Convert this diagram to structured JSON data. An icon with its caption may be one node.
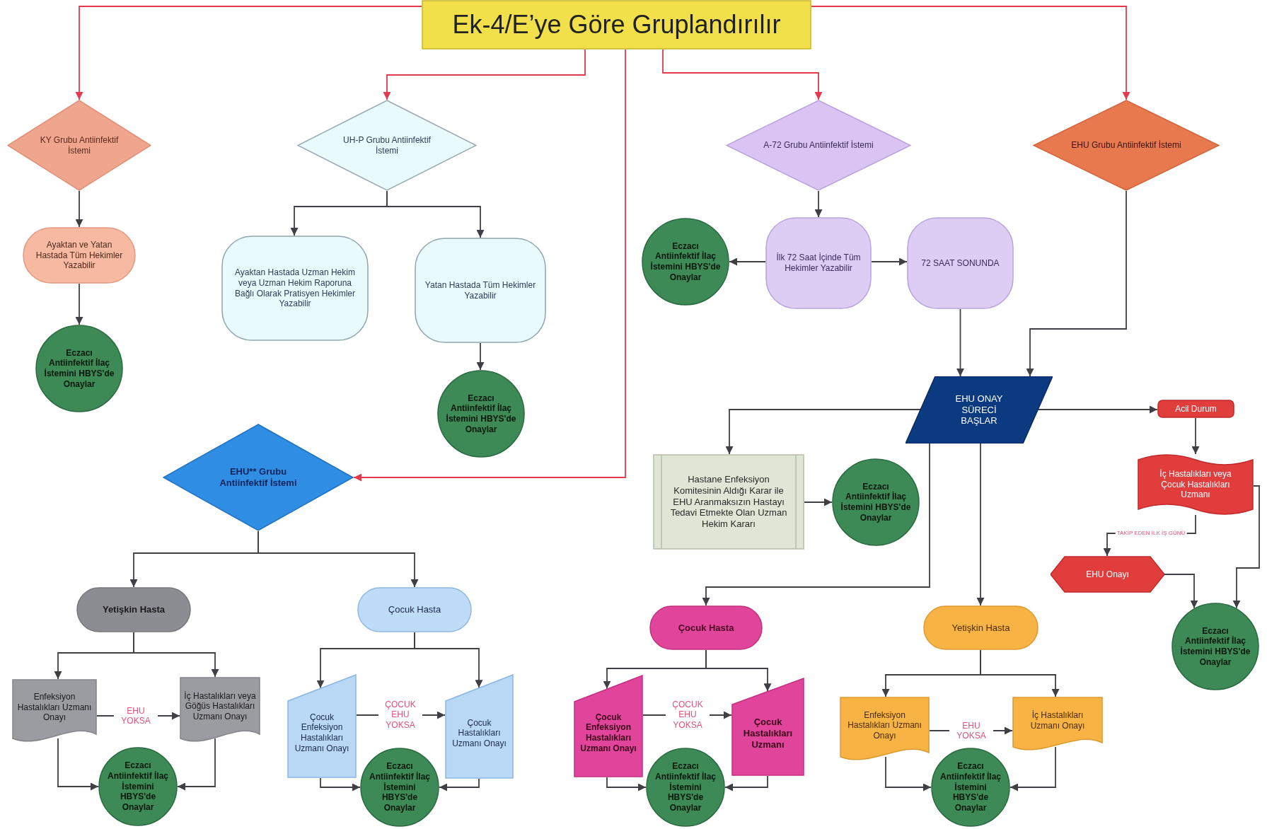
{
  "diagram": {
    "nodes": [
      {
        "text": [
          "Ek-4/E’ye Göre Gruplandırılır"
        ]
      },
      {
        "text": [
          "KY Grubu Antiinfektif İstemi"
        ]
      },
      {
        "text": [
          "Ayaktan ve Yatan Hastada Tüm Hekimler Yazabilir"
        ]
      },
      {
        "text": [
          "Eczacı Antiinfektif İlaç İstemini HBYS'de Onaylar"
        ]
      },
      {
        "text": [
          "UH-P Grubu Antiinfektif İstemi"
        ]
      },
      {
        "text": [
          "Ayaktan Hastada Uzman Hekim veya Uzman Hekim Raporuna Bağlı Olarak Pratisyen Hekimler Yazabilir"
        ]
      },
      {
        "text": [
          "Yatan Hastada Tüm Hekimler Yazabilir"
        ]
      },
      {
        "text": [
          "Eczacı Antiinfektif İlaç İstemini HBYS'de Onaylar"
        ]
      },
      {
        "text": [
          "A-72 Grubu Antiinfektif İstemi"
        ]
      },
      {
        "text": [
          "Eczacı Antiinfektif İlaç İstemini HBYS'de Onaylar"
        ]
      },
      {
        "text": [
          "İlk 72 Saat İçinde Tüm Hekimler Yazabilir"
        ]
      },
      {
        "text": [
          "72 SAAT SONUNDA"
        ]
      },
      {
        "text": [
          "EHU Grubu Antiinfektif İstemi"
        ]
      },
      {
        "text": [
          "EHU ONAY SÜRECİ BAŞLAR"
        ]
      },
      {
        "text": [
          "Acil Durum"
        ]
      },
      {
        "text": [
          "İç Hastalıkları veya Çocuk Hastalıkları Uzmanı"
        ]
      },
      {
        "text": [
          "EHU Onayı"
        ]
      },
      {
        "text": [
          "Eczacı Antiinfektif İlaç İstemini HBYS'de Onaylar"
        ]
      },
      {
        "text": [
          "Hastane Enfeksiyon Komitesinin Aldığı Karar ile EHU Aranmaksızın Hastayı Tedavi Etmekte Olan Uzman Hekim Kararı"
        ]
      },
      {
        "text": [
          "Eczacı Antiinfektif İlaç İstemini HBYS'de Onaylar"
        ]
      },
      {
        "text": [
          "EHU** Grubu Antiinfektif İstemi"
        ]
      },
      {
        "text": [
          "Yetişkin Hasta"
        ]
      },
      {
        "text": [
          "Çocuk Hasta"
        ]
      },
      {
        "text": [
          "Enfeksiyon Hastalıkları Uzmanı Onayı"
        ]
      },
      {
        "text": [
          "İç Hastalıkları veya Göğüs Hastalıkları Uzmanı Onayı"
        ]
      },
      {
        "text": [
          "Eczacı Antiinfektif İlaç İstemini HBYS'de Onaylar"
        ]
      },
      {
        "text": [
          "Çocuk Enfeksiyon Hastalıkları Uzmanı Onayı"
        ]
      },
      {
        "text": [
          "Çocuk Hastalıkları Uzmanı Onayı"
        ]
      },
      {
        "text": [
          "Eczacı Antiinfektif İlaç İstemini HBYS'de Onaylar"
        ]
      },
      {
        "text": [
          "Çocuk Hasta"
        ]
      },
      {
        "text": [
          "Yetişkin Hasta"
        ]
      },
      {
        "text": [
          "Çocuk Enfeksiyon Hastalıkları Uzmanı Onayı"
        ]
      },
      {
        "text": [
          "Çocuk Hastalıkları Uzmanı"
        ]
      },
      {
        "text": [
          "Eczacı Antiinfektif İlaç İstemini HBYS'de Onaylar"
        ]
      },
      {
        "text": [
          "Enfeksiyon Hastalıkları Uzmanı Onayı"
        ]
      },
      {
        "text": [
          "İç Hastalıkları Uzmanı Onayı"
        ]
      },
      {
        "text": [
          "Eczacı Antiinfektif İlaç İstemini HBYS'de Onaylar"
        ]
      }
    ],
    "edges": [
      {
        "from": 0,
        "to": 1,
        "arrow": "to",
        "color": "#e3394f"
      },
      {
        "from": 0,
        "to": 4,
        "arrow": "to",
        "color": "#e3394f"
      },
      {
        "from": 0,
        "to": 20,
        "arrow": "to",
        "color": "#e3394f"
      },
      {
        "from": 0,
        "to": 8,
        "arrow": "to",
        "color": "#e3394f"
      },
      {
        "from": 0,
        "to": 12,
        "arrow": "to",
        "color": "#e3394f"
      },
      {
        "from": 1,
        "to": 2,
        "arrow": "to"
      },
      {
        "from": 2,
        "to": 3,
        "arrow": "to"
      },
      {
        "from": 4,
        "to": 5,
        "arrow": "to"
      },
      {
        "from": 4,
        "to": 6,
        "arrow": "to"
      },
      {
        "from": 6,
        "to": 7,
        "arrow": "to"
      },
      {
        "from": 8,
        "to": 10,
        "arrow": "to"
      },
      {
        "from": 10,
        "to": 9,
        "arrow": "to"
      },
      {
        "from": 10,
        "to": 11,
        "arrow": "to"
      },
      {
        "from": 11,
        "to": 13,
        "arrow": "to"
      },
      {
        "from": 12,
        "to": 13,
        "arrow": "to"
      },
      {
        "from": 13,
        "to": 18,
        "arrow": "to"
      },
      {
        "from": 18,
        "to": 19,
        "arrow": "to"
      },
      {
        "from": 13,
        "to": 14,
        "arrow": "to"
      },
      {
        "from": 14,
        "to": 15,
        "arrow": "to"
      },
      {
        "from": 15,
        "to": 16,
        "arrow": "to",
        "label": "TAKİP EDEN İLK İŞ GÜNÜ"
      },
      {
        "from": 16,
        "to": 17,
        "arrow": "to"
      },
      {
        "from": 15,
        "to": 17,
        "arrow": "to"
      },
      {
        "from": 13,
        "to": 29,
        "arrow": "to"
      },
      {
        "from": 13,
        "to": 30,
        "arrow": "to"
      },
      {
        "from": 20,
        "to": 21,
        "arrow": "to"
      },
      {
        "from": 20,
        "to": 22,
        "arrow": "to"
      },
      {
        "from": 21,
        "to": 23,
        "arrow": "to"
      },
      {
        "from": 21,
        "to": 24,
        "arrow": "to"
      },
      {
        "from": 23,
        "to": 24,
        "arrow": "to",
        "label": "EHU YOKSA"
      },
      {
        "from": 23,
        "to": 25,
        "arrow": "to"
      },
      {
        "from": 24,
        "to": 25,
        "arrow": "to"
      },
      {
        "from": 22,
        "to": 26,
        "arrow": "to"
      },
      {
        "from": 22,
        "to": 27,
        "arrow": "to"
      },
      {
        "from": 26,
        "to": 27,
        "arrow": "to",
        "label": "ÇOCUK EHU YOKSA"
      },
      {
        "from": 26,
        "to": 28,
        "arrow": "to"
      },
      {
        "from": 27,
        "to": 28,
        "arrow": "to"
      },
      {
        "from": 29,
        "to": 31,
        "arrow": "to"
      },
      {
        "from": 29,
        "to": 32,
        "arrow": "to"
      },
      {
        "from": 31,
        "to": 32,
        "arrow": "to",
        "label": "ÇOCUK EHU YOKSA"
      },
      {
        "from": 31,
        "to": 33,
        "arrow": "to"
      },
      {
        "from": 32,
        "to": 33,
        "arrow": "to"
      },
      {
        "from": 30,
        "to": 34,
        "arrow": "to"
      },
      {
        "from": 30,
        "to": 35,
        "arrow": "to"
      },
      {
        "from": 34,
        "to": 35,
        "arrow": "to",
        "label": "EHU YOKSA"
      },
      {
        "from": 34,
        "to": 36,
        "arrow": "to"
      },
      {
        "from": 35,
        "to": 36,
        "arrow": "to"
      }
    ]
  }
}
